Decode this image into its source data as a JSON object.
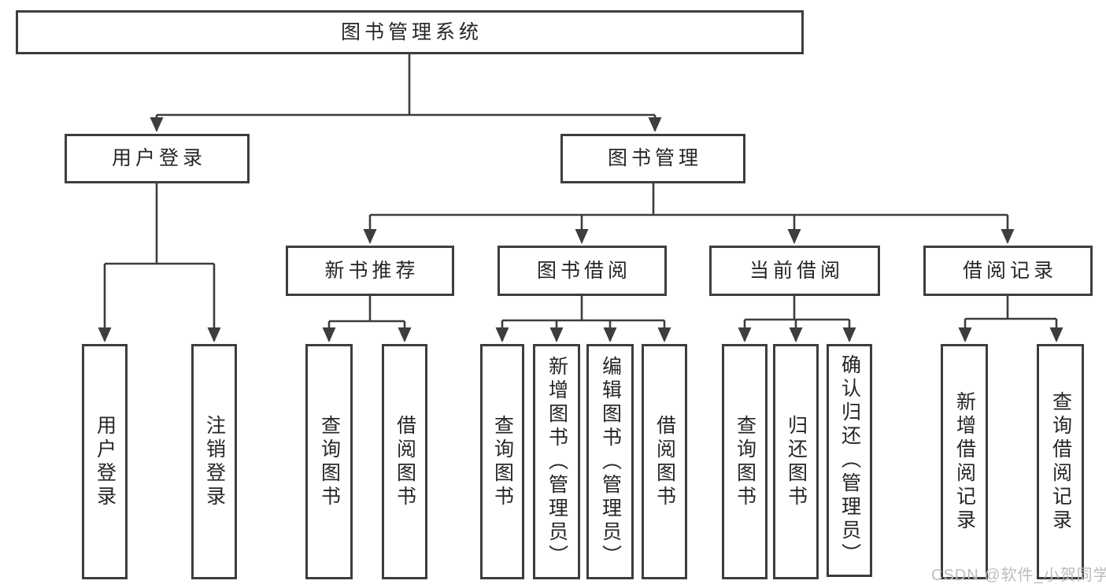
{
  "colors": {
    "line": "#3d3d3d",
    "text": "#262626",
    "watermark": "#bdbdbd",
    "background": "#ffffff"
  },
  "tree": {
    "label": "图书管理系统",
    "children": [
      {
        "label": "用户登录",
        "children": [
          {
            "label": "用户登录"
          },
          {
            "label": "注销登录"
          }
        ]
      },
      {
        "label": "图书管理",
        "children": [
          {
            "label": "新书推荐",
            "children": [
              {
                "label": "查询图书"
              },
              {
                "label": "借阅图书"
              }
            ]
          },
          {
            "label": "图书借阅",
            "children": [
              {
                "label": "查询图书"
              },
              {
                "label": "新增图书（管理员）"
              },
              {
                "label": "编辑图书（管理员）"
              },
              {
                "label": "借阅图书"
              }
            ]
          },
          {
            "label": "当前借阅",
            "children": [
              {
                "label": "查询图书"
              },
              {
                "label": "归还图书"
              },
              {
                "label": "确认归还（管理员）"
              }
            ]
          },
          {
            "label": "借阅记录",
            "children": [
              {
                "label": "新增借阅记录"
              },
              {
                "label": "查询借阅记录"
              }
            ]
          }
        ]
      }
    ]
  },
  "watermark": {
    "text": "CSDN @软件_小贺同学"
  }
}
